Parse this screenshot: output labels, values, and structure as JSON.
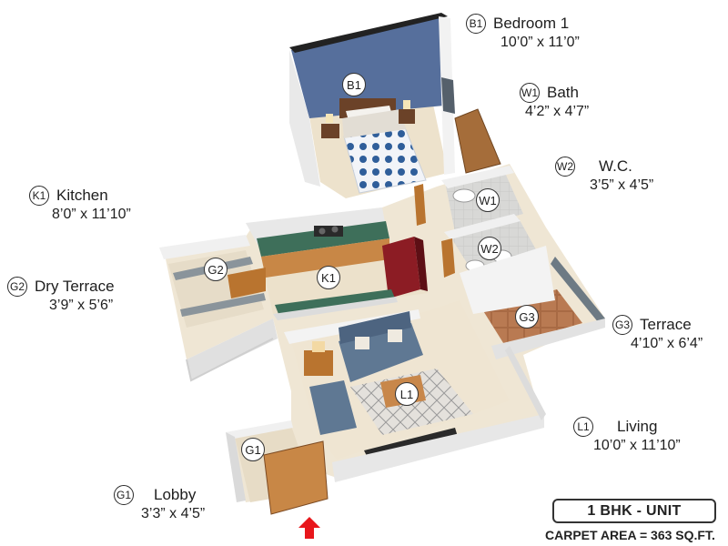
{
  "legend": {
    "b1": {
      "code": "B1",
      "name": "Bedroom 1",
      "size": "10’0” x 11’0”"
    },
    "w1": {
      "code": "W1",
      "name": "Bath",
      "size": "4’2” x 4’7”"
    },
    "w2": {
      "code": "W2",
      "name": "W.C.",
      "size": "3’5” x 4’5”"
    },
    "k1": {
      "code": "K1",
      "name": "Kitchen",
      "size": "8’0” x 11’10”"
    },
    "g2": {
      "code": "G2",
      "name": "Dry Terrace",
      "size": "3’9” x 5’6”"
    },
    "g3": {
      "code": "G3",
      "name": "Terrace",
      "size": "4’10” x 6’4”"
    },
    "l1": {
      "code": "L1",
      "name": "Living",
      "size": "10’0” x 11’10”"
    },
    "g1": {
      "code": "G1",
      "name": "Lobby",
      "size": "3’3” x 4’5”"
    }
  },
  "unit_type": "1 BHK - UNIT",
  "carpet_area": "CARPET AREA = 363 SQ.FT.",
  "colors": {
    "accent_wall": "#566f9c",
    "floor": "#efe6d4",
    "wall": "#f4f4f4",
    "wood": "#b9742f",
    "granite": "#3e6f5a",
    "fridge": "#8c1c24",
    "sofa": "#5f7893",
    "entry_arrow": "#e8161b"
  }
}
